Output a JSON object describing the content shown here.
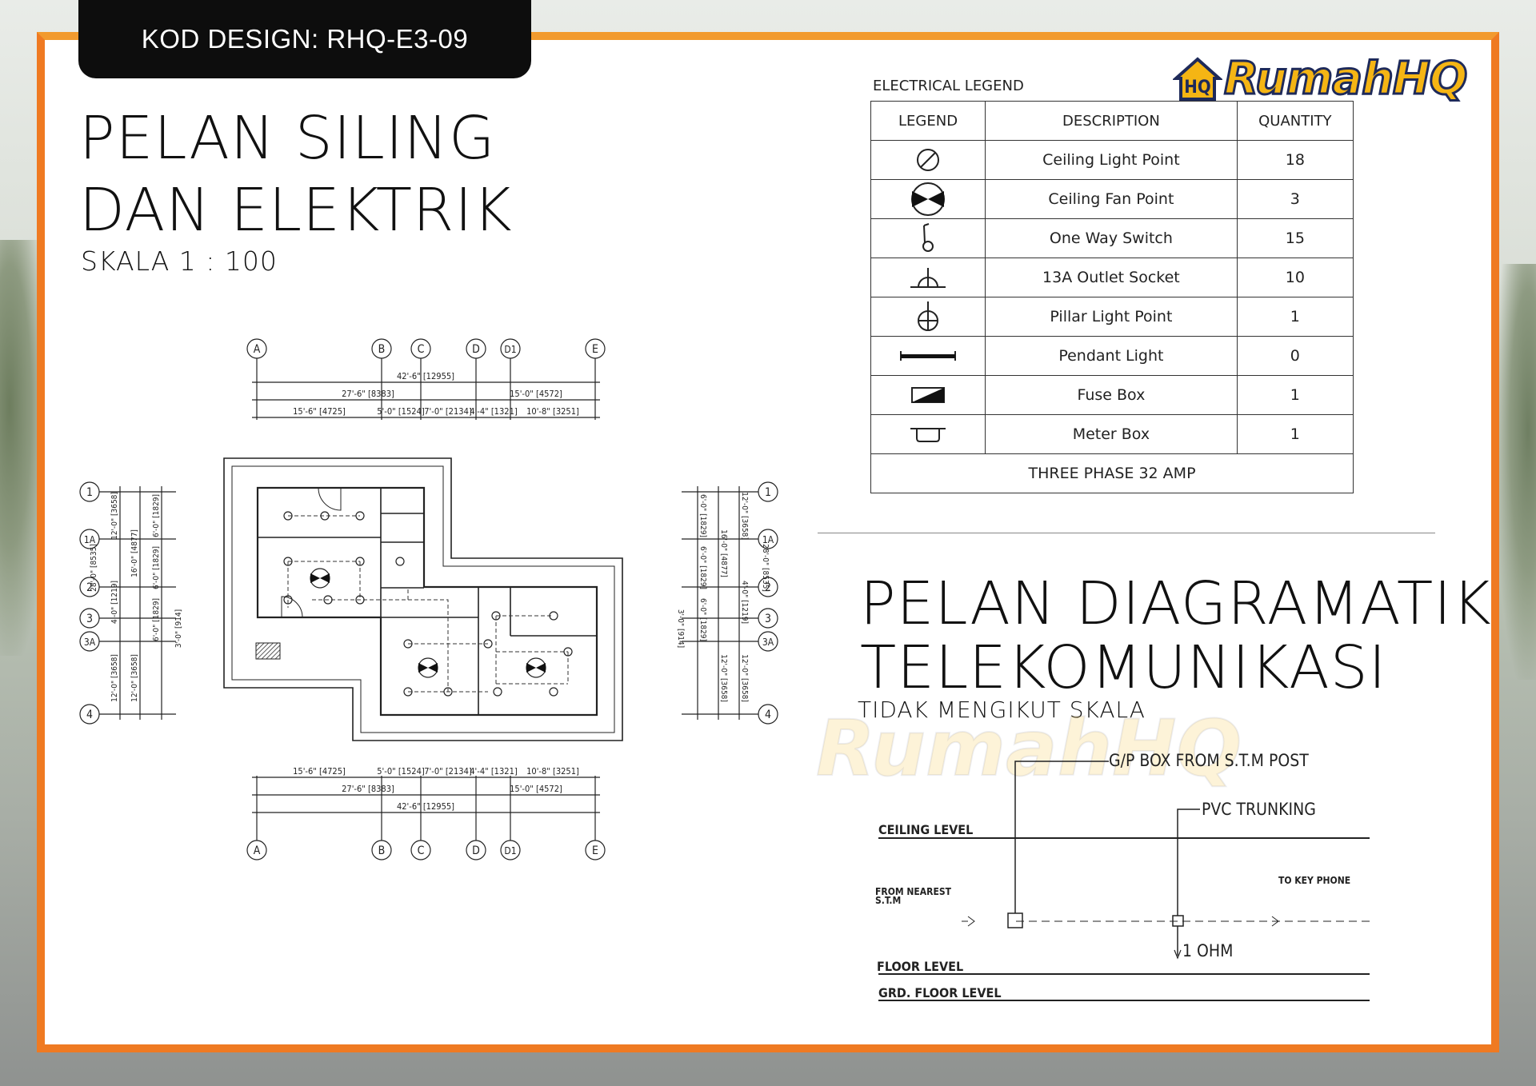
{
  "header": {
    "design_code": "KOD DESIGN: RHQ-E3-09"
  },
  "brand": {
    "name": "RumahHQ",
    "logo_letters": "HQ",
    "accent": "#ef7a22",
    "logo_yellow": "#f5b514",
    "logo_navy": "#1e2a5a"
  },
  "ceiling_plan": {
    "title_line1": "PELAN SILING",
    "title_line2": "DAN ELEKTRIK",
    "scale": "SKALA 1 : 100",
    "grid_cols": [
      "A",
      "B",
      "C",
      "D",
      "D1",
      "E"
    ],
    "grid_rows": [
      "1",
      "1A",
      "2",
      "3",
      "3A",
      "4"
    ],
    "dim_overall": "42'-6\" [12955]",
    "dim_mid_left": "27'-6\" [8383]",
    "dim_mid_right": "15'-0\" [4572]",
    "dim_segments": [
      "15'-6\" [4725]",
      "5'-0\" [1524]",
      "7'-0\" [2134]",
      "4'-4\" [1321]",
      "10'-8\" [3251]"
    ],
    "dim_vert_left": [
      "12'-0\" [3658]",
      "4'-0\" [1219]",
      "12'-0\" [3658]"
    ],
    "dim_vert_mid_left": [
      "16'-0\" [4877]",
      "12'-0\" [3658]"
    ],
    "dim_vert_total": "28'-0\" [8535]",
    "dim_vert_right_parts": [
      "6'-0\" [1829]",
      "6'-0\" [1829]",
      "6'-0\" [1829]"
    ],
    "dim_vert_small": "3'-0\" [914]"
  },
  "legend": {
    "caption": "ELECTRICAL LEGEND",
    "headers": [
      "LEGEND",
      "DESCRIPTION",
      "QUANTITY"
    ],
    "rows": [
      {
        "symbol": "ceiling-light-icon",
        "description": "Ceiling Light Point",
        "quantity": "18"
      },
      {
        "symbol": "ceiling-fan-icon",
        "description": "Ceiling Fan Point",
        "quantity": "3"
      },
      {
        "symbol": "one-way-switch-icon",
        "description": "One Way Switch",
        "quantity": "15"
      },
      {
        "symbol": "outlet-socket-icon",
        "description": "13A Outlet Socket",
        "quantity": "10"
      },
      {
        "symbol": "pillar-light-icon",
        "description": "Pillar Light Point",
        "quantity": "1"
      },
      {
        "symbol": "pendant-light-icon",
        "description": "Pendant Light",
        "quantity": "0"
      },
      {
        "symbol": "fuse-box-icon",
        "description": "Fuse Box",
        "quantity": "1"
      },
      {
        "symbol": "meter-box-icon",
        "description": "Meter Box",
        "quantity": "1"
      }
    ],
    "footer": "THREE PHASE 32 AMP"
  },
  "telecom": {
    "title_line1": "PELAN DIAGRAMATIK",
    "title_line2": "TELEKOMUNIKASI",
    "subtitle": "TIDAK MENGIKUT SKALA",
    "gp_box": "G/P BOX FROM  S.T.M  POST",
    "pvc": "PVC TRUNKING",
    "ceiling_level": "CEILING  LEVEL",
    "from_nearest_1": "FROM  NEAREST",
    "from_nearest_2": "S.T.M",
    "to_key_phone": "TO  KEY  PHONE",
    "ohm": "1 OHM",
    "floor_level": "FLOOR  LEVEL",
    "grd_floor_level": "GRD.  FLOOR  LEVEL"
  }
}
